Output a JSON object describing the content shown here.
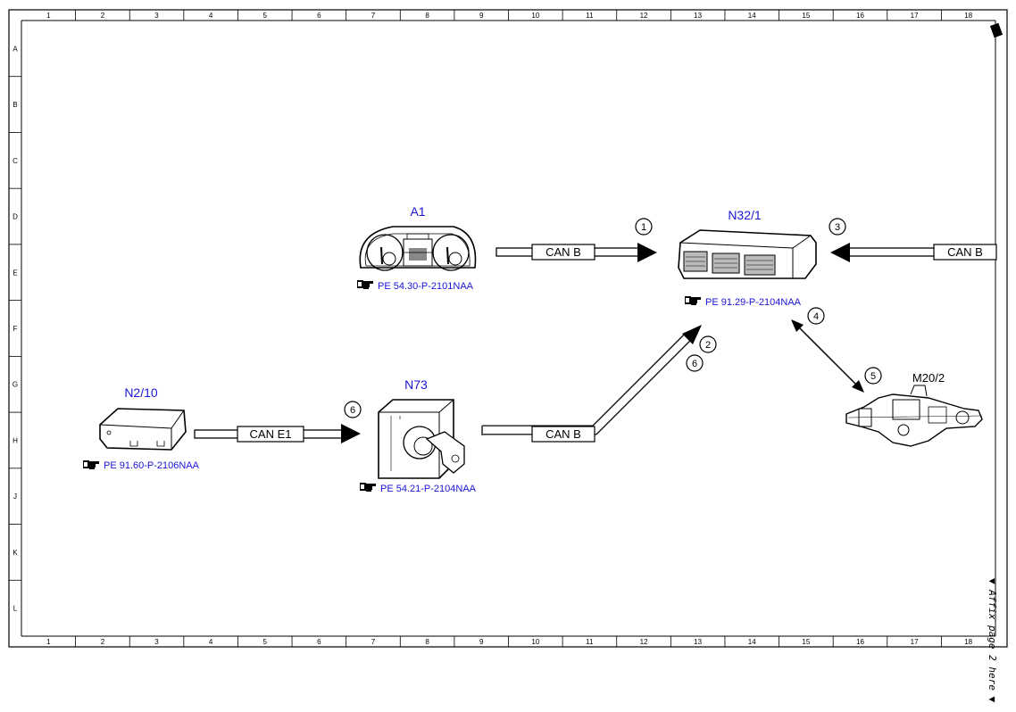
{
  "grid": {
    "columns": [
      "1",
      "2",
      "3",
      "4",
      "5",
      "6",
      "7",
      "8",
      "9",
      "10",
      "11",
      "12",
      "13",
      "14",
      "15",
      "16",
      "17",
      "18"
    ],
    "rows": [
      "A",
      "B",
      "C",
      "D",
      "E",
      "F",
      "G",
      "H",
      "J",
      "K",
      "L"
    ]
  },
  "components": {
    "a1": {
      "label": "A1",
      "ref": "PE 54.30-P-2101NAA",
      "icon": "instrument-cluster"
    },
    "n32": {
      "label": "N32/1",
      "ref": "PE 91.29-P-2104NAA",
      "icon": "control-unit"
    },
    "n2": {
      "label": "N2/10",
      "ref": "PE 91.60-P-2106NAA",
      "icon": "control-module-box"
    },
    "n73": {
      "label": "N73",
      "ref": "PE 54.21-P-2104NAA",
      "icon": "ignition-switch"
    },
    "m20": {
      "label": "M20/2",
      "icon": "steering-column-motor"
    }
  },
  "buses": {
    "a1_to_n32": "CAN B",
    "right_to_n32": "CAN B",
    "n2_to_n73": "CAN E1",
    "n73_to_n32": "CAN B"
  },
  "steps": {
    "s1": "1",
    "s2": "2",
    "s3": "3",
    "s4": "4",
    "s5": "5",
    "s6a": "6",
    "s6b": "6"
  },
  "side_note": "▼ Affix page 2 here ▼",
  "ref_icon": "pointing-hand-icon"
}
